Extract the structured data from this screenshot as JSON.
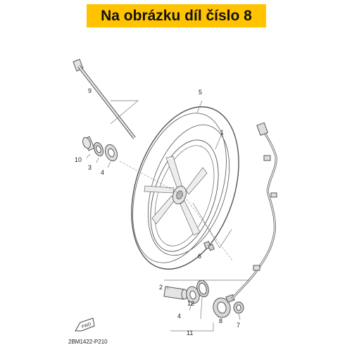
{
  "banner": {
    "text": "Na obrázku díl číslo 8"
  },
  "diagram_code": "2BM1422-P210",
  "fwd_label": "FWD",
  "callouts": {
    "c1": "1",
    "c2": "2",
    "c3": "3",
    "c4a": "4",
    "c4b": "4",
    "c5": "5",
    "c6": "6",
    "c7": "7",
    "c8": "8",
    "c9": "9",
    "c10": "10",
    "c11": "11",
    "c12": "12"
  },
  "colors": {
    "banner": "#ffc300",
    "line": "#555555",
    "fill": "#e3e3e3"
  }
}
